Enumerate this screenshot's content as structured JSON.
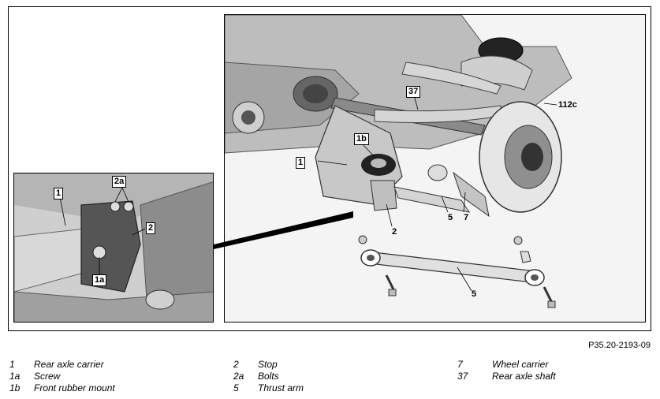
{
  "reference_code": "P35.20-2193-09",
  "callouts": {
    "c1_main": "1",
    "c1b": "1b",
    "c37": "37",
    "c112c": "112c",
    "c2_main": "2",
    "c5_upper": "5",
    "c7": "7",
    "c5_lower": "5",
    "c1_inset": "1",
    "c2a": "2a",
    "c2_inset": "2",
    "c1a": "1a"
  },
  "legend": {
    "col1": [
      {
        "num": "1",
        "text": "Rear axle carrier"
      },
      {
        "num": "1a",
        "text": "Screw"
      },
      {
        "num": "1b",
        "text": "Front rubber mount"
      }
    ],
    "col2": [
      {
        "num": "2",
        "text": "Stop"
      },
      {
        "num": "2a",
        "text": "Bolts"
      },
      {
        "num": "5",
        "text": "Thrust arm"
      }
    ],
    "col3": [
      {
        "num": "7",
        "text": "Wheel carrier"
      },
      {
        "num": "37",
        "text": "Rear axle shaft"
      }
    ]
  }
}
